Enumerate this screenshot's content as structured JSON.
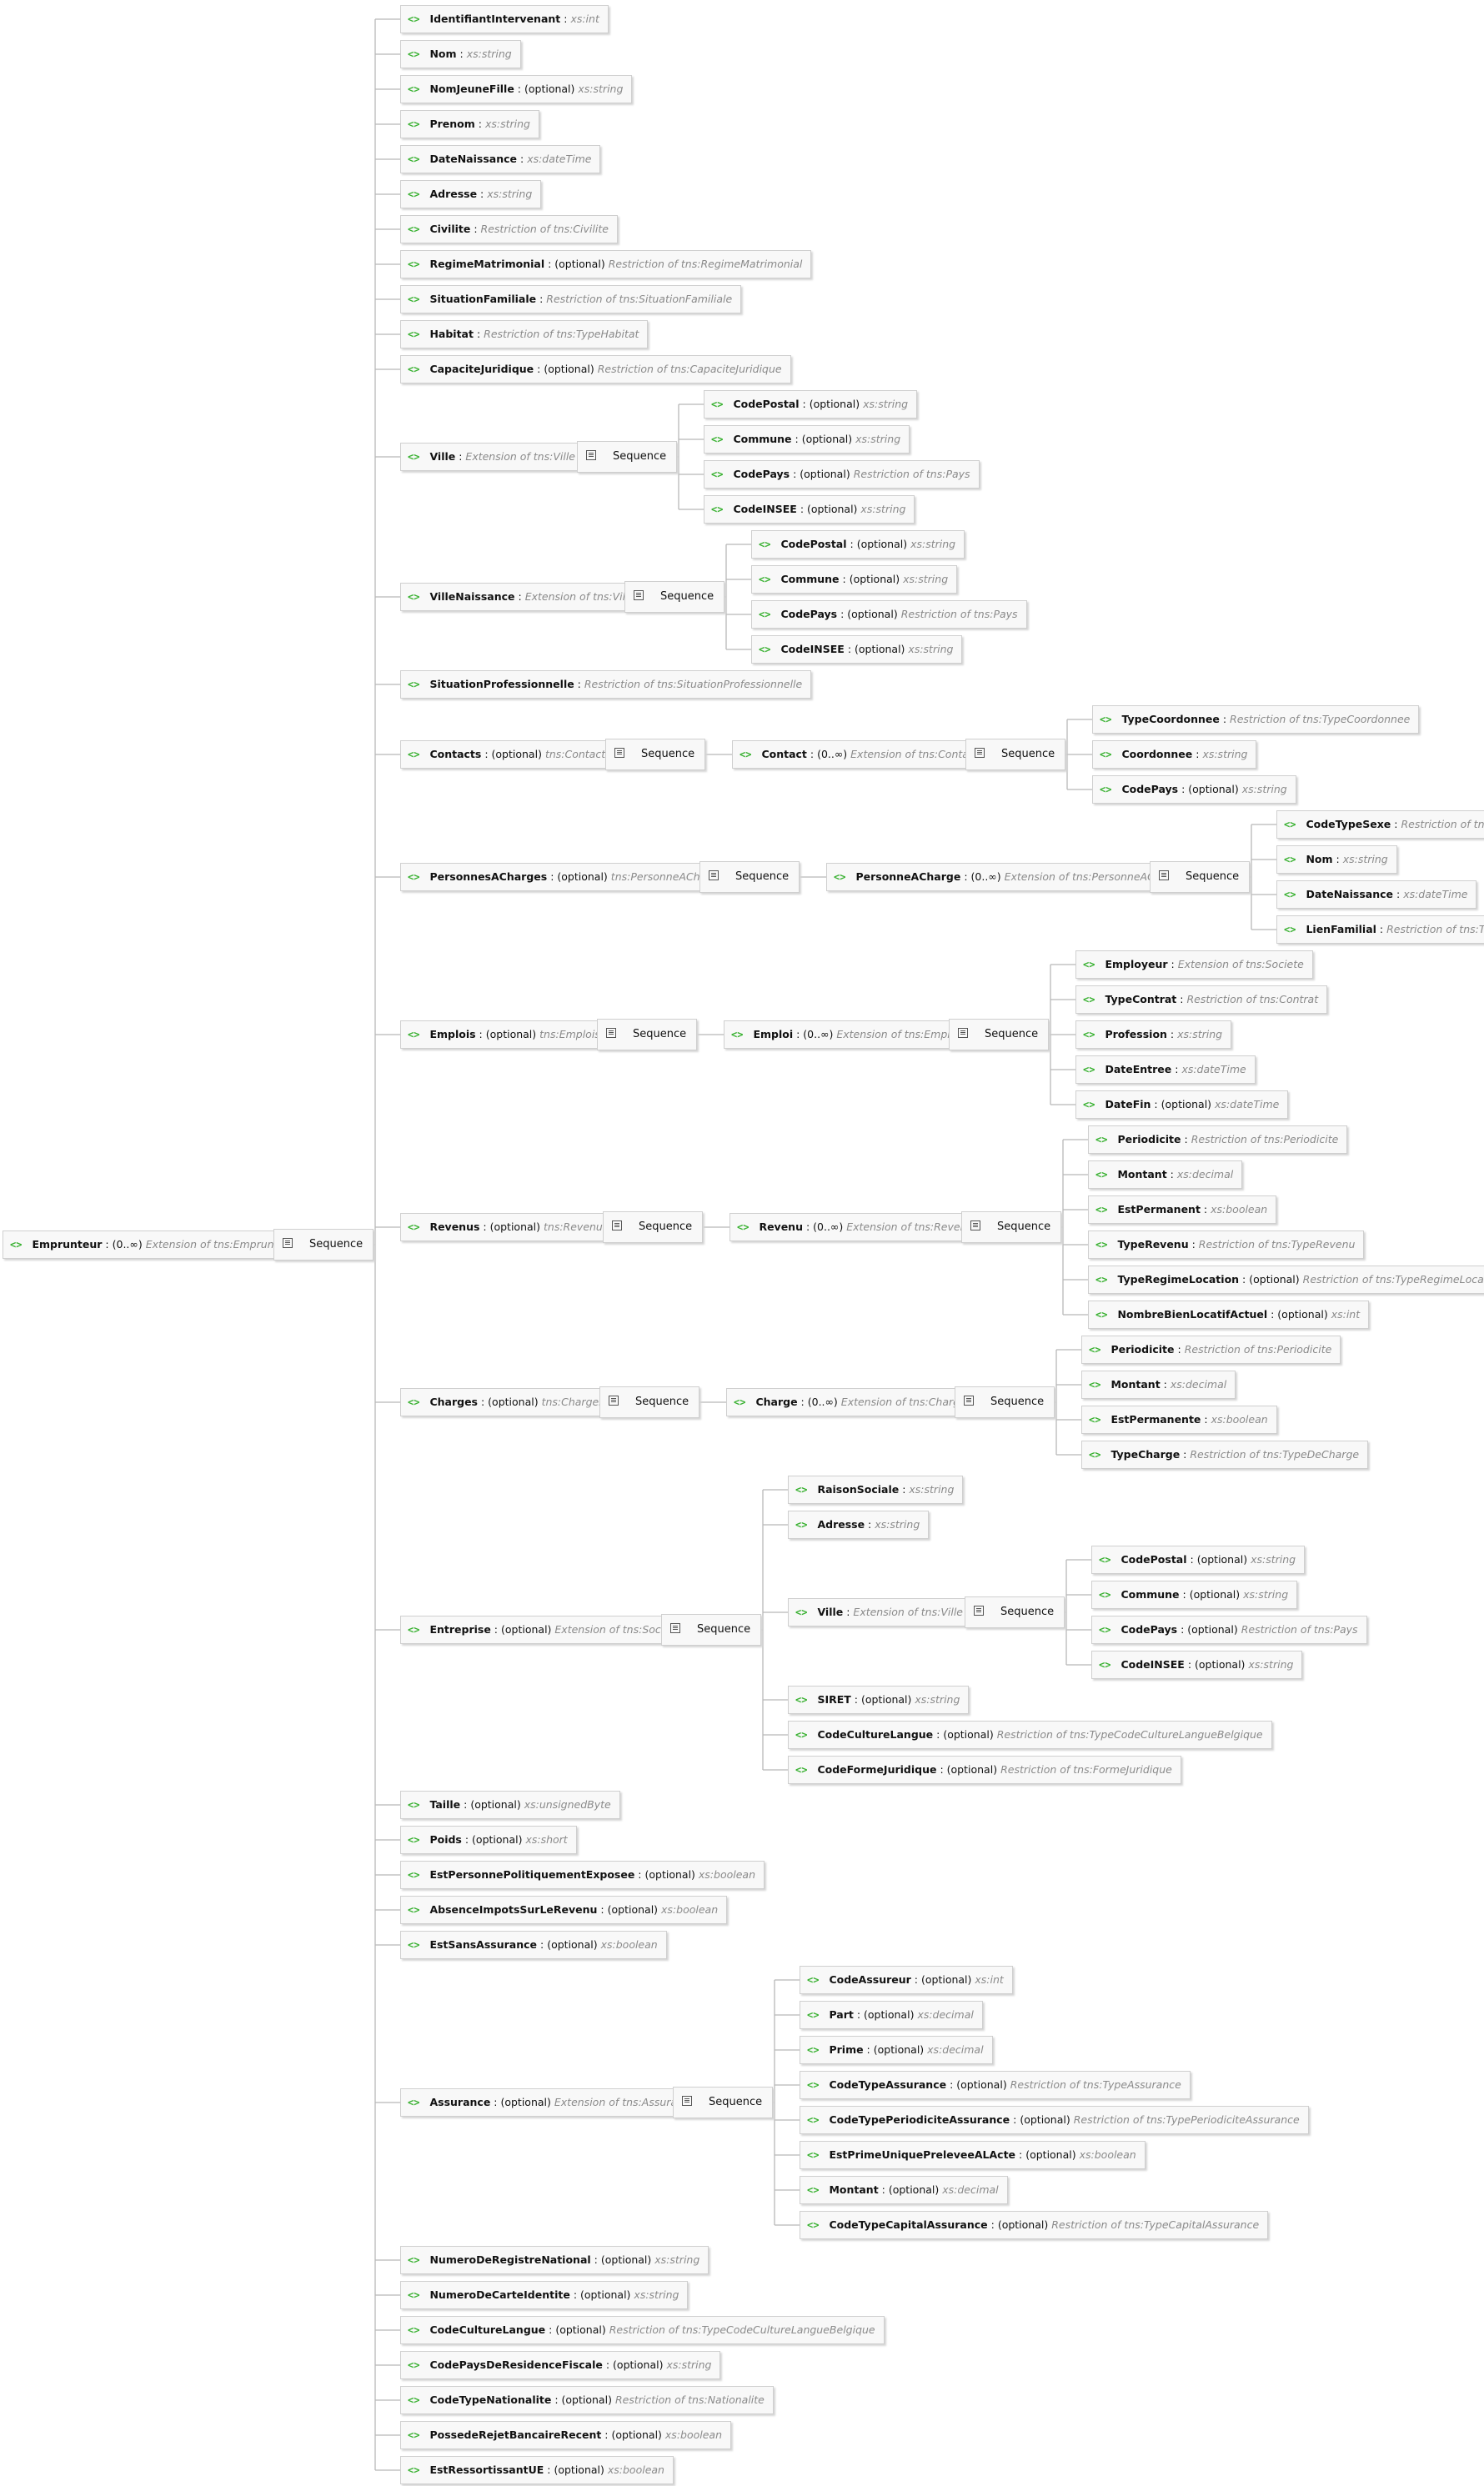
{
  "diagram": {
    "root": {
      "name": "Emprunteur",
      "occ": "(0..∞)",
      "type": "Extension of tns:Emprunteur",
      "children": [
        {
          "name": "IdentifiantIntervenant",
          "type": "xs:int"
        },
        {
          "name": "Nom",
          "type": "xs:string"
        },
        {
          "name": "NomJeuneFille",
          "opt": "(optional)",
          "type": "xs:string"
        },
        {
          "name": "Prenom",
          "type": "xs:string"
        },
        {
          "name": "DateNaissance",
          "type": "xs:dateTime"
        },
        {
          "name": "Adresse",
          "type": "xs:string"
        },
        {
          "name": "Civilite",
          "type": "Restriction of tns:Civilite"
        },
        {
          "name": "RegimeMatrimonial",
          "opt": "(optional)",
          "type": "Restriction of tns:RegimeMatrimonial"
        },
        {
          "name": "SituationFamiliale",
          "type": "Restriction of tns:SituationFamiliale"
        },
        {
          "name": "Habitat",
          "type": "Restriction of tns:TypeHabitat"
        },
        {
          "name": "CapaciteJuridique",
          "opt": "(optional)",
          "type": "Restriction of tns:CapaciteJuridique"
        },
        {
          "name": "Ville",
          "type": "Extension of tns:Ville",
          "children": [
            {
              "name": "CodePostal",
              "opt": "(optional)",
              "type": "xs:string"
            },
            {
              "name": "Commune",
              "opt": "(optional)",
              "type": "xs:string"
            },
            {
              "name": "CodePays",
              "opt": "(optional)",
              "type": "Restriction of tns:Pays"
            },
            {
              "name": "CodeINSEE",
              "opt": "(optional)",
              "type": "xs:string"
            }
          ]
        },
        {
          "name": "VilleNaissance",
          "type": "Extension of tns:Ville",
          "children": [
            {
              "name": "CodePostal",
              "opt": "(optional)",
              "type": "xs:string"
            },
            {
              "name": "Commune",
              "opt": "(optional)",
              "type": "xs:string"
            },
            {
              "name": "CodePays",
              "opt": "(optional)",
              "type": "Restriction of tns:Pays"
            },
            {
              "name": "CodeINSEE",
              "opt": "(optional)",
              "type": "xs:string"
            }
          ]
        },
        {
          "name": "SituationProfessionnelle",
          "type": "Restriction of tns:SituationProfessionnelle"
        },
        {
          "name": "Contacts",
          "opt": "(optional)",
          "type": "tns:Contacts",
          "children": [
            {
              "name": "Contact",
              "occ": "(0..∞)",
              "type": "Extension of tns:Contact",
              "children": [
                {
                  "name": "TypeCoordonnee",
                  "type": "Restriction of tns:TypeCoordonnee"
                },
                {
                  "name": "Coordonnee",
                  "type": "xs:string"
                },
                {
                  "name": "CodePays",
                  "opt": "(optional)",
                  "type": "xs:string"
                }
              ]
            }
          ]
        },
        {
          "name": "PersonnesACharges",
          "opt": "(optional)",
          "type": "tns:PersonneACharges",
          "children": [
            {
              "name": "PersonneACharge",
              "occ": "(0..∞)",
              "type": "Extension of tns:PersonneACharge",
              "children": [
                {
                  "name": "CodeTypeSexe",
                  "type": "Restriction of tns:Sexe"
                },
                {
                  "name": "Nom",
                  "type": "xs:string"
                },
                {
                  "name": "DateNaissance",
                  "type": "xs:dateTime"
                },
                {
                  "name": "LienFamilial",
                  "type": "Restriction of tns:TypeLienFamilial"
                }
              ]
            }
          ]
        },
        {
          "name": "Emplois",
          "opt": "(optional)",
          "type": "tns:Emplois",
          "children": [
            {
              "name": "Emploi",
              "occ": "(0..∞)",
              "type": "Extension of tns:Emploi",
              "children": [
                {
                  "name": "Employeur",
                  "type": "Extension of tns:Societe"
                },
                {
                  "name": "TypeContrat",
                  "type": "Restriction of tns:Contrat"
                },
                {
                  "name": "Profession",
                  "type": "xs:string"
                },
                {
                  "name": "DateEntree",
                  "type": "xs:dateTime"
                },
                {
                  "name": "DateFin",
                  "opt": "(optional)",
                  "type": "xs:dateTime"
                }
              ]
            }
          ]
        },
        {
          "name": "Revenus",
          "opt": "(optional)",
          "type": "tns:Revenus",
          "children": [
            {
              "name": "Revenu",
              "occ": "(0..∞)",
              "type": "Extension of tns:Revenu",
              "children": [
                {
                  "name": "Periodicite",
                  "type": "Restriction of tns:Periodicite"
                },
                {
                  "name": "Montant",
                  "type": "xs:decimal"
                },
                {
                  "name": "EstPermanent",
                  "type": "xs:boolean"
                },
                {
                  "name": "TypeRevenu",
                  "type": "Restriction of tns:TypeRevenu"
                },
                {
                  "name": "TypeRegimeLocation",
                  "opt": "(optional)",
                  "type": "Restriction of tns:TypeRegimeLocation"
                },
                {
                  "name": "NombreBienLocatifActuel",
                  "opt": "(optional)",
                  "type": "xs:int"
                }
              ]
            }
          ]
        },
        {
          "name": "Charges",
          "opt": "(optional)",
          "type": "tns:Charges",
          "children": [
            {
              "name": "Charge",
              "occ": "(0..∞)",
              "type": "Extension of tns:Charge",
              "children": [
                {
                  "name": "Periodicite",
                  "type": "Restriction of tns:Periodicite"
                },
                {
                  "name": "Montant",
                  "type": "xs:decimal"
                },
                {
                  "name": "EstPermanente",
                  "type": "xs:boolean"
                },
                {
                  "name": "TypeCharge",
                  "type": "Restriction of tns:TypeDeCharge"
                }
              ]
            }
          ]
        },
        {
          "name": "Entreprise",
          "opt": "(optional)",
          "type": "Extension of tns:Societe",
          "children": [
            {
              "name": "RaisonSociale",
              "type": "xs:string"
            },
            {
              "name": "Adresse",
              "type": "xs:string"
            },
            {
              "name": "Ville",
              "type": "Extension of tns:Ville",
              "children": [
                {
                  "name": "CodePostal",
                  "opt": "(optional)",
                  "type": "xs:string"
                },
                {
                  "name": "Commune",
                  "opt": "(optional)",
                  "type": "xs:string"
                },
                {
                  "name": "CodePays",
                  "opt": "(optional)",
                  "type": "Restriction of tns:Pays"
                },
                {
                  "name": "CodeINSEE",
                  "opt": "(optional)",
                  "type": "xs:string"
                }
              ]
            },
            {
              "name": "SIRET",
              "opt": "(optional)",
              "type": "xs:string"
            },
            {
              "name": "CodeCultureLangue",
              "opt": "(optional)",
              "type": "Restriction of tns:TypeCodeCultureLangueBelgique"
            },
            {
              "name": "CodeFormeJuridique",
              "opt": "(optional)",
              "type": "Restriction of tns:FormeJuridique"
            }
          ]
        },
        {
          "name": "Taille",
          "opt": "(optional)",
          "type": "xs:unsignedByte"
        },
        {
          "name": "Poids",
          "opt": "(optional)",
          "type": "xs:short"
        },
        {
          "name": "EstPersonnePolitiquementExposee",
          "opt": "(optional)",
          "type": "xs:boolean"
        },
        {
          "name": "AbsenceImpotsSurLeRevenu",
          "opt": "(optional)",
          "type": "xs:boolean"
        },
        {
          "name": "EstSansAssurance",
          "opt": "(optional)",
          "type": "xs:boolean"
        },
        {
          "name": "Assurance",
          "opt": "(optional)",
          "type": "Extension of tns:Assurance",
          "children": [
            {
              "name": "CodeAssureur",
              "opt": "(optional)",
              "type": "xs:int"
            },
            {
              "name": "Part",
              "opt": "(optional)",
              "type": "xs:decimal"
            },
            {
              "name": "Prime",
              "opt": "(optional)",
              "type": "xs:decimal"
            },
            {
              "name": "CodeTypeAssurance",
              "opt": "(optional)",
              "type": "Restriction of tns:TypeAssurance"
            },
            {
              "name": "CodeTypePeriodiciteAssurance",
              "opt": "(optional)",
              "type": "Restriction of tns:TypePeriodiciteAssurance"
            },
            {
              "name": "EstPrimeUniquePreleveeALActe",
              "opt": "(optional)",
              "type": "xs:boolean"
            },
            {
              "name": "Montant",
              "opt": "(optional)",
              "type": "xs:decimal"
            },
            {
              "name": "CodeTypeCapitalAssurance",
              "opt": "(optional)",
              "type": "Restriction of tns:TypeCapitalAssurance"
            }
          ]
        },
        {
          "name": "NumeroDeRegistreNational",
          "opt": "(optional)",
          "type": "xs:string"
        },
        {
          "name": "NumeroDeCarteIdentite",
          "opt": "(optional)",
          "type": "xs:string"
        },
        {
          "name": "CodeCultureLangue",
          "opt": "(optional)",
          "type": "Restriction of tns:TypeCodeCultureLangueBelgique"
        },
        {
          "name": "CodePaysDeResidenceFiscale",
          "opt": "(optional)",
          "type": "xs:string"
        },
        {
          "name": "CodeTypeNationalite",
          "opt": "(optional)",
          "type": "Restriction of tns:Nationalite"
        },
        {
          "name": "PossedeRejetBancaireRecent",
          "opt": "(optional)",
          "type": "xs:boolean"
        },
        {
          "name": "EstRessortissantUE",
          "opt": "(optional)",
          "type": "xs:boolean"
        }
      ]
    },
    "sequence_label": "Sequence",
    "element_icon": "<>"
  },
  "colors": {
    "icon": "#36b02e",
    "type_text": "#8a8a8a",
    "wire": "#b8b8b8",
    "box_fill": "#f8f8f8",
    "box_border": "#cfcfcf"
  }
}
